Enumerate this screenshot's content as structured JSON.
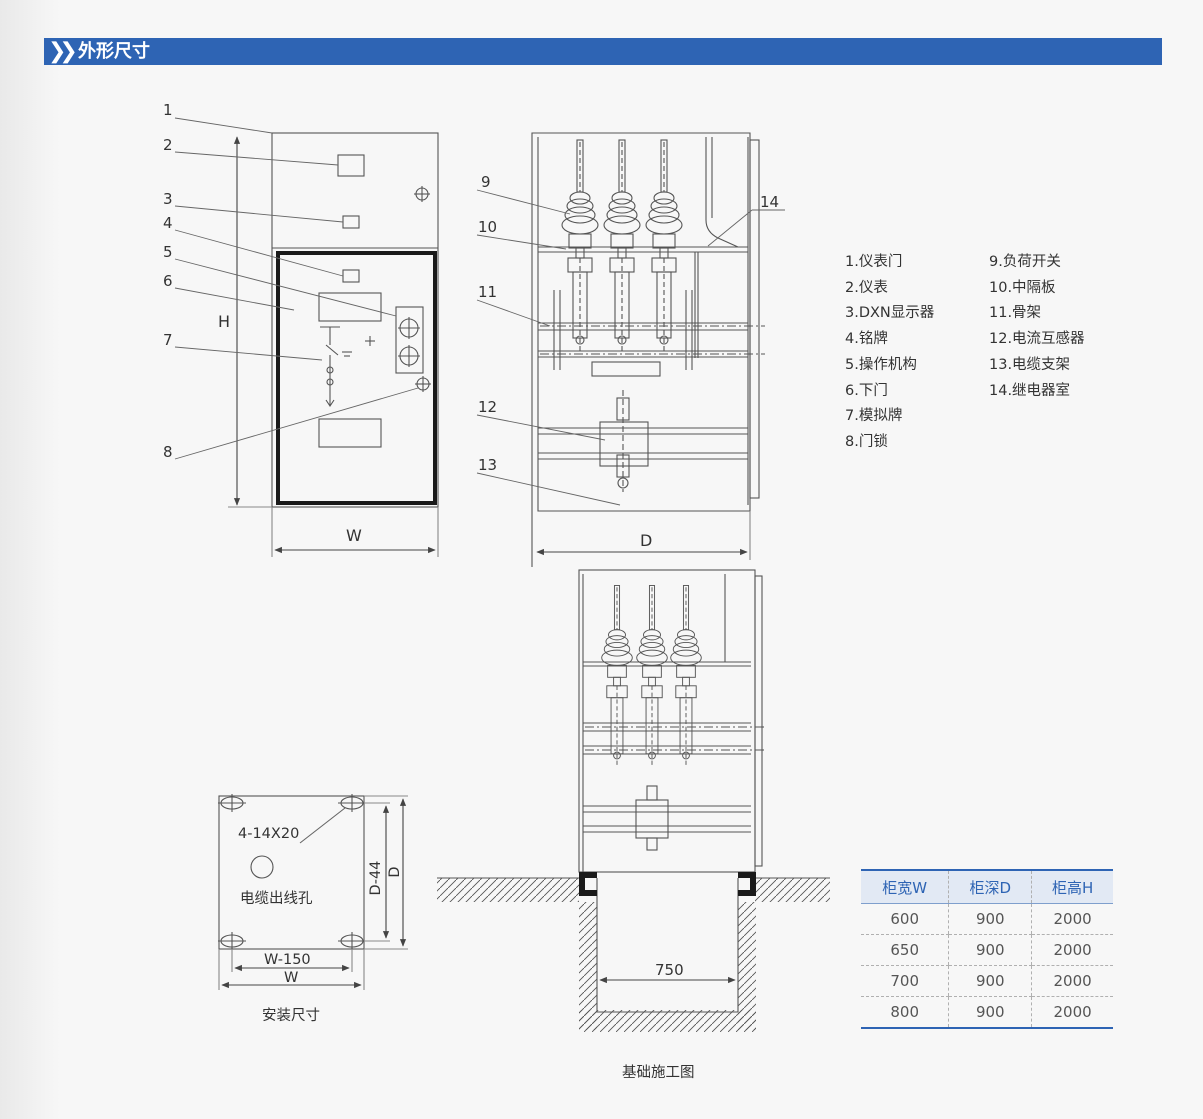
{
  "header": {
    "title": "外形尺寸",
    "chevron": "❯❯"
  },
  "front_view": {
    "callouts": [
      "1",
      "2",
      "3",
      "4",
      "5",
      "6",
      "7",
      "8"
    ],
    "dim_height": "H",
    "dim_width": "W"
  },
  "side_view": {
    "callouts": [
      "9",
      "10",
      "11",
      "12",
      "13",
      "14"
    ],
    "dim_depth": "D"
  },
  "legend": {
    "col1": [
      "1.仪表门",
      "2.仪表",
      "3.DXN显示器",
      "4.铭牌",
      "5.操作机构",
      "6.下门",
      "7.模拟牌",
      "8.门锁"
    ],
    "col2": [
      "9.负荷开关",
      "10.中隔板",
      "11.骨架",
      "12.电流互感器",
      "13.电缆支架",
      "14.继电器室"
    ]
  },
  "install": {
    "hole_spec": "4-14X20",
    "cable_hole": "电缆出线孔",
    "dim_inner_width": "W-150",
    "dim_width": "W",
    "dim_inner_depth": "D-44",
    "dim_depth": "D",
    "caption": "安装尺寸"
  },
  "foundation": {
    "dim_pit": "750",
    "caption": "基础施工图"
  },
  "table": {
    "headers": [
      "柜宽W",
      "柜深D",
      "柜高H"
    ],
    "rows": [
      [
        "600",
        "900",
        "2000"
      ],
      [
        "650",
        "900",
        "2000"
      ],
      [
        "700",
        "900",
        "2000"
      ],
      [
        "800",
        "900",
        "2000"
      ]
    ]
  },
  "colors": {
    "accent": "#2e64b4",
    "line": "#555555"
  }
}
